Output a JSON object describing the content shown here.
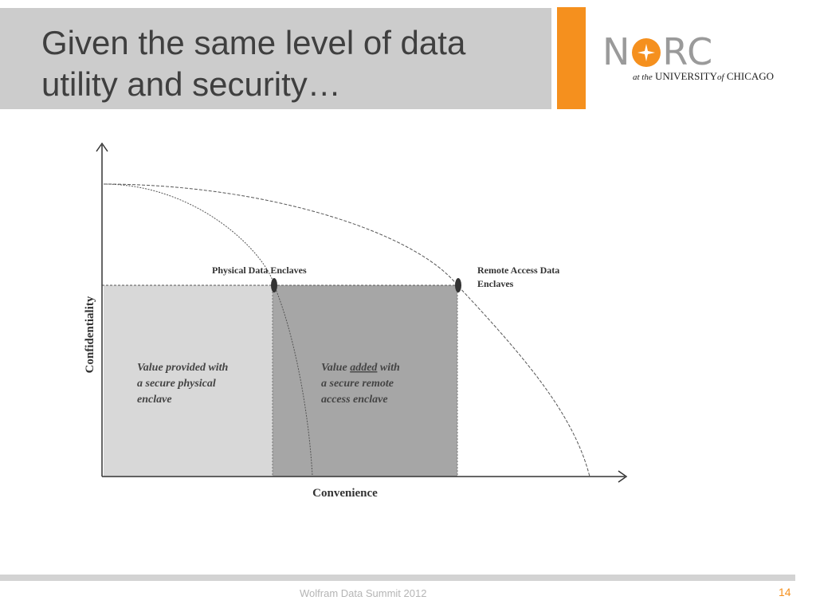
{
  "slide": {
    "title_line1": "Given the same level of data",
    "title_line2": "utility and security…",
    "page_number": "14",
    "footer": "Wolfram Data Summit 2012"
  },
  "logo": {
    "word_n": "N",
    "word_rc": "RC",
    "sub_at_the": "at the",
    "sub_university": "UNIVERSITY",
    "sub_of": "of",
    "sub_chicago": "CHICAGO"
  },
  "diagram": {
    "y_axis_label": "Confidentiality",
    "x_axis_label": "Convenience",
    "point_left_label": "Physical Data Enclaves",
    "point_right_label_line1": "Remote Access Data",
    "point_right_label_line2": "Enclaves",
    "left_area_text": [
      "Value provided with",
      "a secure physical",
      "enclave"
    ],
    "right_area_text": {
      "line1_prefix": "Value ",
      "line1_underlined": "added",
      "line1_suffix": " with",
      "line2": "a secure remote",
      "line3": "access enclave"
    }
  },
  "colors": {
    "title_bar": "#cccccc",
    "accent": "#f5901e",
    "left_region": "#d8d8d8",
    "right_region": "#a6a6a6"
  }
}
